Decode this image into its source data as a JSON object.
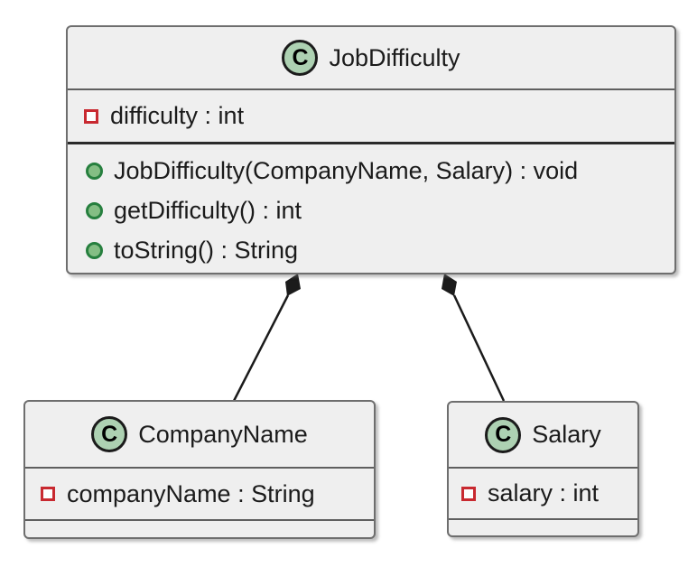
{
  "diagram": {
    "type": "uml-class-diagram",
    "classes": [
      {
        "id": "JobDifficulty",
        "name": "JobDifficulty",
        "icon_letter": "C",
        "fields": [
          {
            "visibility": "private",
            "text": "difficulty : int"
          }
        ],
        "methods": [
          {
            "visibility": "public",
            "text": "JobDifficulty(CompanyName, Salary) : void"
          },
          {
            "visibility": "public",
            "text": "getDifficulty() : int"
          },
          {
            "visibility": "public",
            "text": "toString() : String"
          }
        ]
      },
      {
        "id": "CompanyName",
        "name": "CompanyName",
        "icon_letter": "C",
        "fields": [
          {
            "visibility": "private",
            "text": "companyName : String"
          }
        ],
        "methods": []
      },
      {
        "id": "Salary",
        "name": "Salary",
        "icon_letter": "C",
        "fields": [
          {
            "visibility": "private",
            "text": "salary : int"
          }
        ],
        "methods": []
      }
    ],
    "relations": [
      {
        "from": "JobDifficulty",
        "to": "CompanyName",
        "type": "composition"
      },
      {
        "from": "JobDifficulty",
        "to": "Salary",
        "type": "composition"
      }
    ],
    "colors": {
      "class_fill": "#EFEFEF",
      "class_border": "#6E6E6E",
      "separator": "#5F5F5F",
      "text": "#1B1B1B",
      "class_icon_fill": "#ADD1B2",
      "class_icon_border": "#1B1B1B",
      "private_icon_border": "#C82930",
      "public_icon_fill": "#84BE84",
      "public_icon_border": "#267F3E",
      "relation_line": "#1B1B1B"
    }
  }
}
